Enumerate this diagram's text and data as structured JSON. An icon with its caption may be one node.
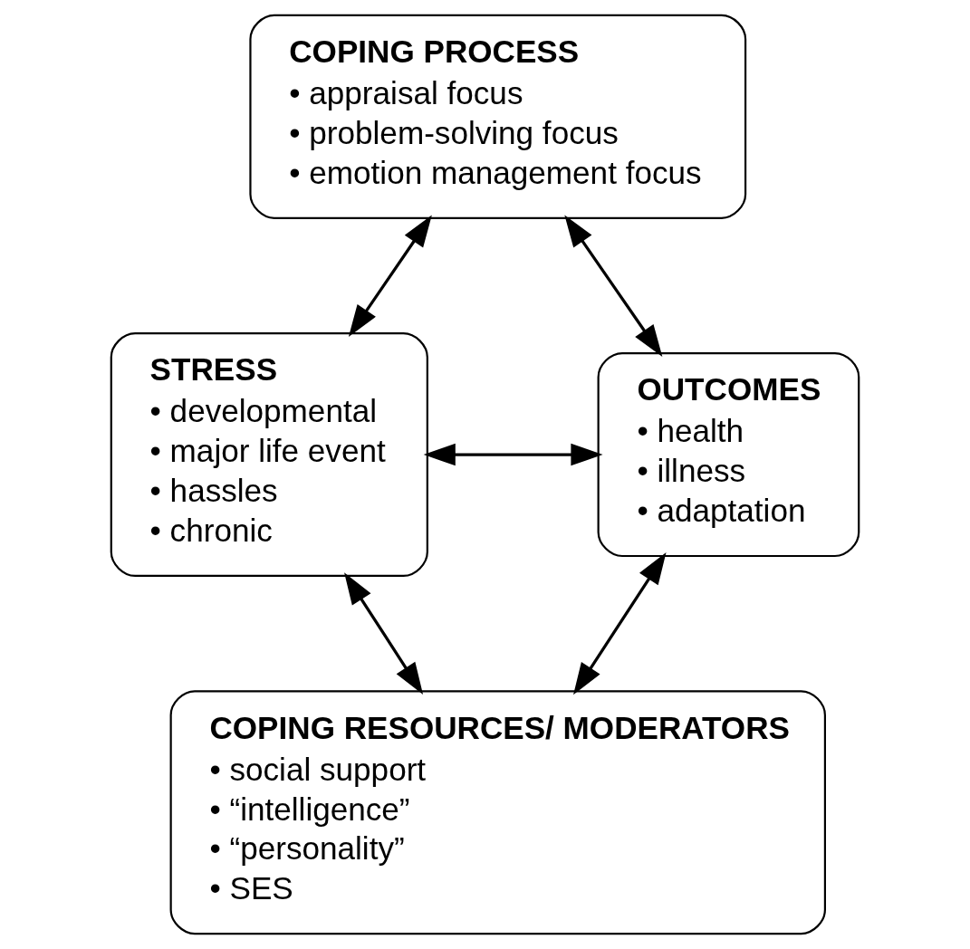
{
  "diagram": {
    "nodes": [
      {
        "text": [
          "COPING PROCESS",
          "• appraisal focus",
          "• problem-solving focus",
          "• emotion management focus"
        ]
      },
      {
        "text": [
          "STRESS",
          "• developmental",
          "• major life event",
          "• hassles",
          "• chronic"
        ]
      },
      {
        "text": [
          "OUTCOMES",
          "• health",
          "• illness",
          "• adaptation"
        ]
      },
      {
        "text": [
          "COPING RESOURCES/ MODERATORS",
          "• social support",
          "• “intelligence”",
          "• “personality”",
          "• SES"
        ]
      }
    ],
    "edges": [
      {
        "from": 1,
        "to": 0,
        "arrow": "both"
      },
      {
        "from": 0,
        "to": 2,
        "arrow": "both"
      },
      {
        "from": 1,
        "to": 3,
        "arrow": "both"
      },
      {
        "from": 2,
        "to": 3,
        "arrow": "both"
      },
      {
        "from": 1,
        "to": 2,
        "arrow": "both"
      }
    ]
  }
}
